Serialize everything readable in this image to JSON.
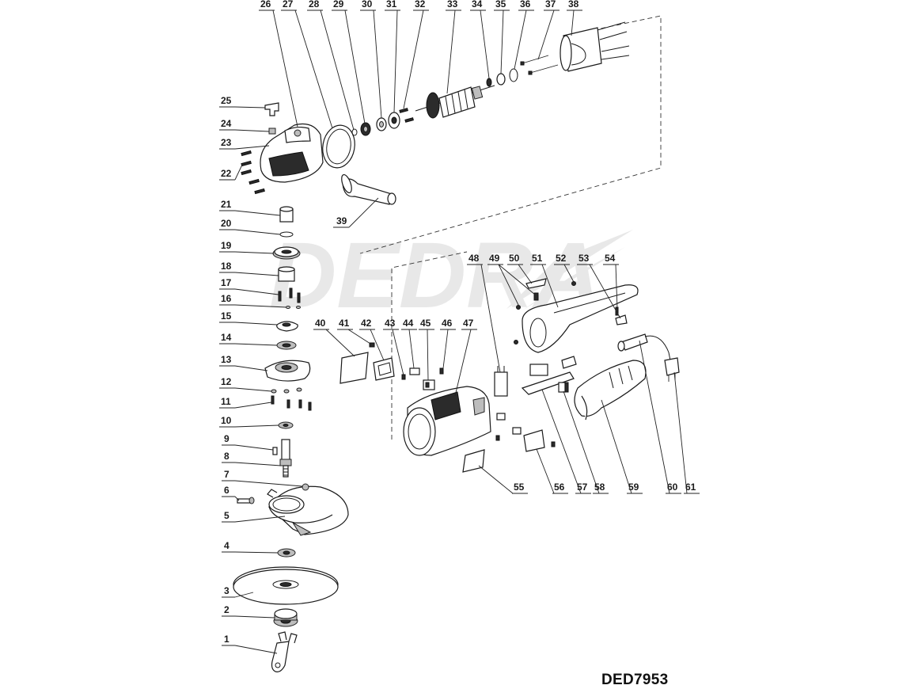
{
  "model_code": "DED7953",
  "watermark": "DEDRA",
  "part_numbers": [
    "1",
    "2",
    "3",
    "4",
    "5",
    "6",
    "7",
    "8",
    "9",
    "10",
    "11",
    "12",
    "13",
    "14",
    "15",
    "16",
    "17",
    "18",
    "19",
    "20",
    "21",
    "22",
    "23",
    "24",
    "25",
    "26",
    "27",
    "28",
    "29",
    "30",
    "31",
    "32",
    "33",
    "34",
    "35",
    "36",
    "37",
    "38",
    "39",
    "40",
    "41",
    "42",
    "43",
    "44",
    "45",
    "46",
    "47",
    "48",
    "49",
    "50",
    "51",
    "52",
    "53",
    "54",
    "55",
    "56",
    "57",
    "58",
    "59",
    "60",
    "61"
  ]
}
